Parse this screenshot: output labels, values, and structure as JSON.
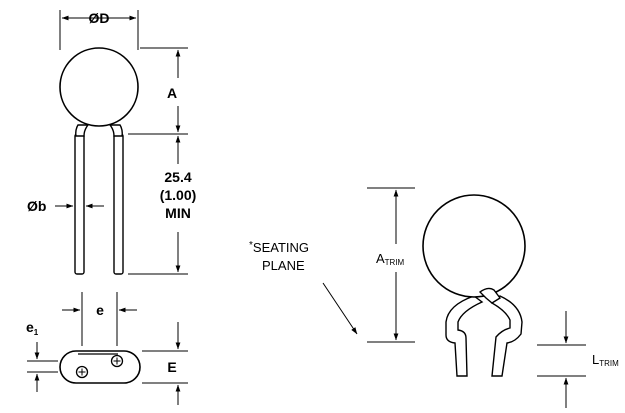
{
  "labels": {
    "od": "ØD",
    "a": "A",
    "lead_len_1": "25.4",
    "lead_len_2": "(1.00)",
    "lead_len_3": "MIN",
    "ob": "Øb",
    "e": "e",
    "e1_main": "e",
    "e1_sub": "1",
    "E": "E",
    "seating_star": "*",
    "seating_1": "SEATING",
    "seating_2": "PLANE",
    "atrim_main": "A",
    "atrim_sub": "TRIM",
    "ltrim_main": "L",
    "ltrim_sub": "TRIM"
  }
}
